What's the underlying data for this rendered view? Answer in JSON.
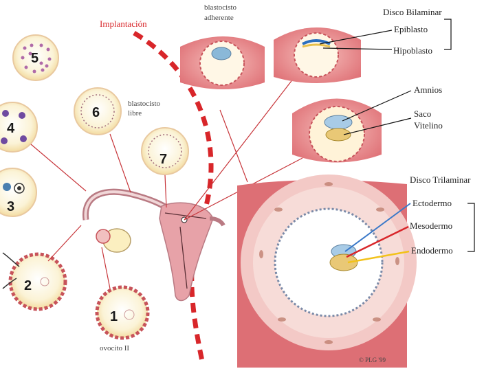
{
  "title": "Implantación",
  "stages": {
    "s1": "1",
    "s2": "2",
    "s3": "3",
    "s4": "4",
    "s5": "5",
    "s6": "6",
    "s7": "7"
  },
  "labels": {
    "ovocito": "ovocito II",
    "blastocisto_libre_1": "blastocisto",
    "blastocisto_libre_2": "libre",
    "blastocisto_adherente_1": "blastocisto",
    "blastocisto_adherente_2": "adherente",
    "disco_bilaminar": "Disco Bilaminar",
    "epiblasto": "Epiblasto",
    "hipoblasto": "Hipoblasto",
    "amnios": "Amnios",
    "saco_vitelino_1": "Saco",
    "saco_vitelino_2": "Vitelino",
    "disco_trilaminar": "Disco Trilaminar",
    "ectodermo": "Ectodermo",
    "mesodermo": "Mesodermo",
    "endodermo": "Endodermo",
    "credit": "© PLG '99"
  },
  "colors": {
    "implantation_line": "#d8262a",
    "tissue": "#e8868a",
    "cell_fill": "#fbf0c8",
    "cell_border": "#c7535a",
    "ectoderm": "#3a78c8",
    "mesoderm": "#d8262a",
    "endoderm": "#f2c21a"
  }
}
